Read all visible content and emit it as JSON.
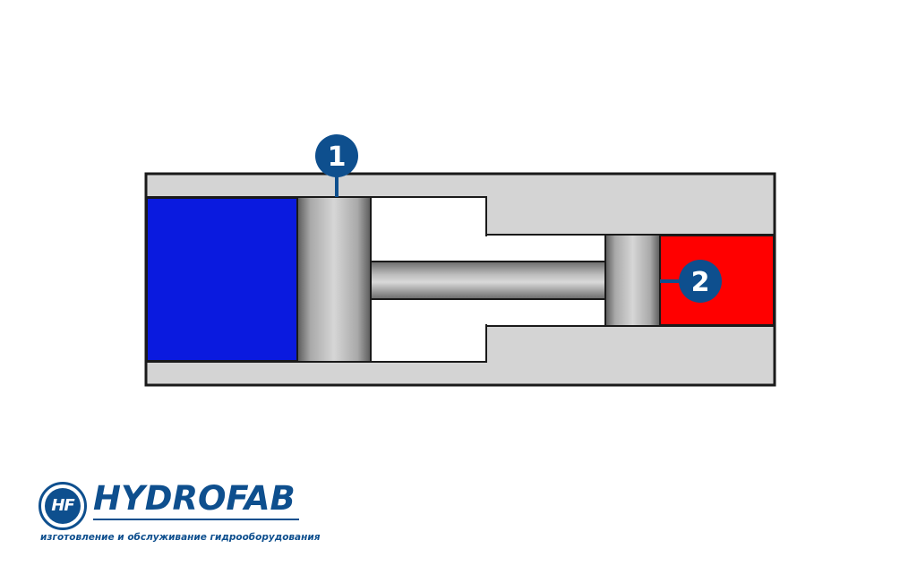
{
  "diagram": {
    "callouts": [
      {
        "label": "1"
      },
      {
        "label": "2"
      }
    ],
    "colors": {
      "housing": "#d4d4d4",
      "outline": "#1a1a1a",
      "piston_chamber_fluid": "#0a1adf",
      "rod_chamber_fluid": "#ff0000",
      "cavity": "#ffffff",
      "callout": "#0e4f8e"
    }
  },
  "logo": {
    "badge": "HF",
    "wordmark": "HYDROFAB",
    "tagline": "изготовление и обслуживание гидрооборудования",
    "color": "#0e4f8e"
  }
}
